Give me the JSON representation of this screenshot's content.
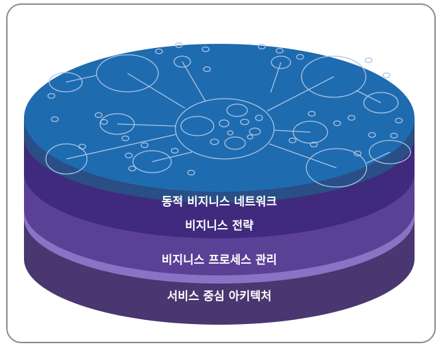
{
  "layers": [
    {
      "label": "동적 비지니스 네트워크",
      "color": "#1f6bb0"
    },
    {
      "label": "비지니스 전략",
      "color": "#472f8a"
    },
    {
      "label": "비지니스 프로세스 관리",
      "color": "#5a3c96"
    },
    {
      "label": "서비스 중심 아키텍처",
      "color": "#4a3670"
    }
  ],
  "colors": {
    "top_disc": "#1f6bb0",
    "top_side": "#2a4e86",
    "network_stroke": "#a9c6e6",
    "layer2_side": "#3f2a7d",
    "layer3_side": "#5b4196",
    "layer3_rim": "#8a72c4",
    "layer4_side": "#4a3670",
    "frame_border": "#8a8a8a"
  }
}
